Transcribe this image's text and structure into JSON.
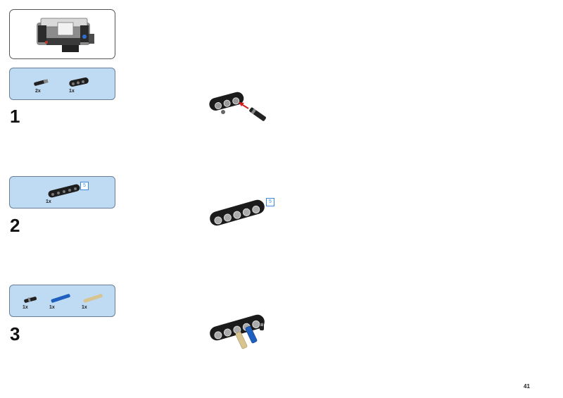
{
  "page_number": "41",
  "steps": [
    {
      "number": "1",
      "parts": [
        {
          "icon": "axle-pin-icon",
          "qty": "2x"
        },
        {
          "icon": "beam-3-icon",
          "qty": "1x"
        }
      ]
    },
    {
      "number": "2",
      "parts": [
        {
          "icon": "beam-5-icon",
          "qty": "1x"
        }
      ],
      "length_badge": "5"
    },
    {
      "number": "3",
      "parts": [
        {
          "icon": "black-pin-icon",
          "qty": "1x"
        },
        {
          "icon": "blue-pin-icon",
          "qty": "1x"
        },
        {
          "icon": "tan-pin-icon",
          "qty": "1x"
        }
      ]
    }
  ],
  "assembly_length_badge": "5",
  "colors": {
    "parts_box_bg": "#bfdaf3",
    "length_badge": "#3b8ad9",
    "arrow": "#d11f1f",
    "blue_pin": "#1f5fbf",
    "tan_pin": "#d8c48f"
  }
}
